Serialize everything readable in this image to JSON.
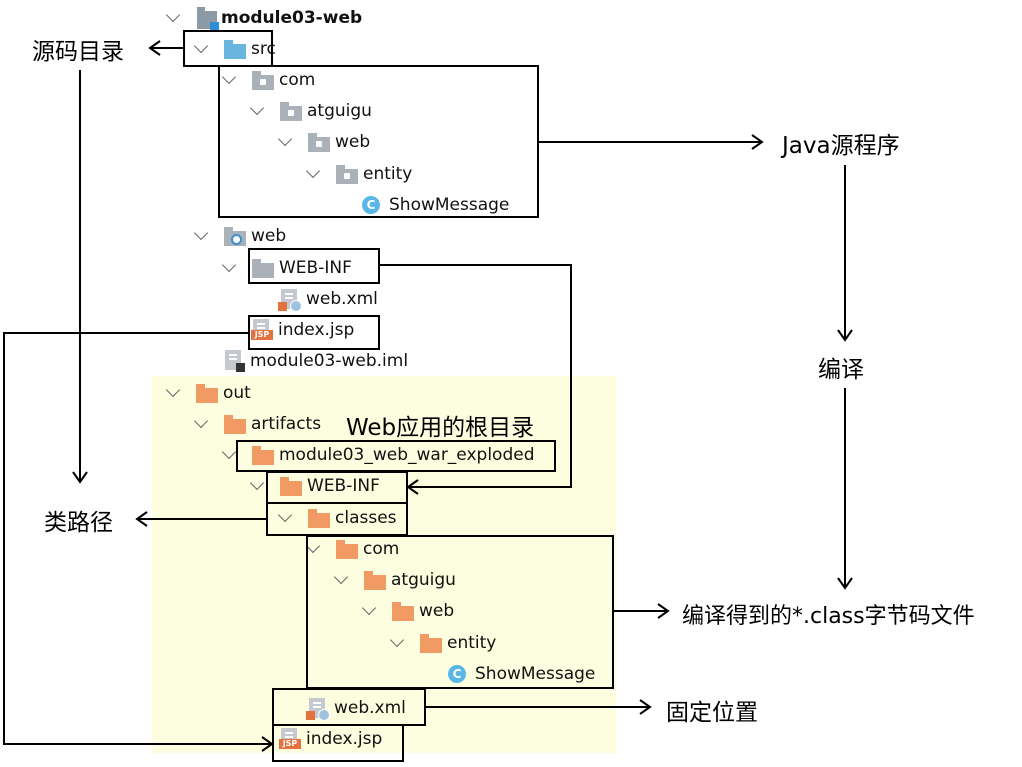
{
  "tree": {
    "module": {
      "label": "module03-web",
      "icon": "module-folder-icon"
    },
    "src": {
      "label": "src",
      "icon": "source-folder-icon"
    },
    "src_com": {
      "label": "com",
      "icon": "package-icon"
    },
    "src_atguigu": {
      "label": "atguigu",
      "icon": "package-icon"
    },
    "src_web": {
      "label": "web",
      "icon": "package-icon"
    },
    "src_entity": {
      "label": "entity",
      "icon": "package-icon"
    },
    "src_showmessage": {
      "label": "ShowMessage",
      "icon": "class-icon",
      "badge": "C"
    },
    "web": {
      "label": "web",
      "icon": "web-folder-icon"
    },
    "web_inf": {
      "label": "WEB-INF",
      "icon": "folder-icon"
    },
    "web_xml": {
      "label": "web.xml",
      "icon": "xml-file-icon"
    },
    "index_jsp": {
      "label": "index.jsp",
      "icon": "jsp-file-icon",
      "badge": "JSP"
    },
    "iml": {
      "label": "module03-web.iml",
      "icon": "iml-file-icon"
    },
    "out": {
      "label": "out",
      "icon": "excluded-folder-icon"
    },
    "artifacts": {
      "label": "artifacts",
      "icon": "excluded-folder-icon"
    },
    "exploded": {
      "label": "module03_web_war_exploded",
      "icon": "excluded-folder-icon"
    },
    "out_web_inf": {
      "label": "WEB-INF",
      "icon": "excluded-folder-icon"
    },
    "classes": {
      "label": "classes",
      "icon": "excluded-folder-icon"
    },
    "out_com": {
      "label": "com",
      "icon": "excluded-folder-icon"
    },
    "out_atguigu": {
      "label": "atguigu",
      "icon": "excluded-folder-icon"
    },
    "out_web": {
      "label": "web",
      "icon": "excluded-folder-icon"
    },
    "out_entity": {
      "label": "entity",
      "icon": "excluded-folder-icon"
    },
    "out_showmessage": {
      "label": "ShowMessage",
      "icon": "class-icon",
      "badge": "C"
    },
    "out_web_xml": {
      "label": "web.xml",
      "icon": "xml-file-icon"
    },
    "out_index_jsp": {
      "label": "index.jsp",
      "icon": "jsp-file-icon",
      "badge": "JSP"
    }
  },
  "annotations": {
    "source_dir": "源码目录",
    "java_source": "Java源程序",
    "compile": "编译",
    "web_root": "Web应用的根目录",
    "classpath": "类路径",
    "compiled_class": "编译得到的*.class字节码文件",
    "fixed_position": "固定位置"
  },
  "colors": {
    "highlight_bg": "#fdfde0",
    "excluded_folder": "#f19a63",
    "gray_folder": "#aab1b8",
    "source_folder": "#69b5e0",
    "class_icon": "#59b7e8",
    "jsp_badge": "#e3723e"
  }
}
